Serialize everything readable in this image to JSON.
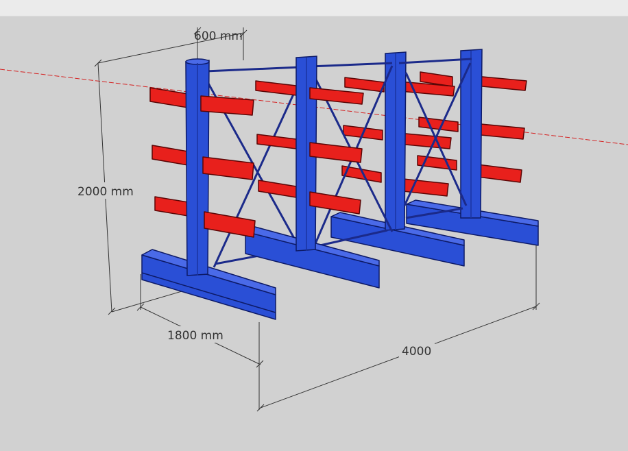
{
  "dimensions": {
    "arm_length": "600 mm",
    "height": "2000 mm",
    "base_depth": "1800 mm",
    "length": "4000"
  },
  "colors": {
    "background": "#d1d1d1",
    "top_strip": "#ebebeb",
    "frame_blue": "#2a4fd6",
    "frame_blue_dark": "#1a34a0",
    "arm_red": "#e8201c",
    "arm_red_dark": "#b8120f",
    "brace": "#1b2a8a",
    "dimension_line": "#333333",
    "axis_line": "#d42020"
  },
  "rack": {
    "columns": 4,
    "arm_levels": 3,
    "sides": 2
  }
}
